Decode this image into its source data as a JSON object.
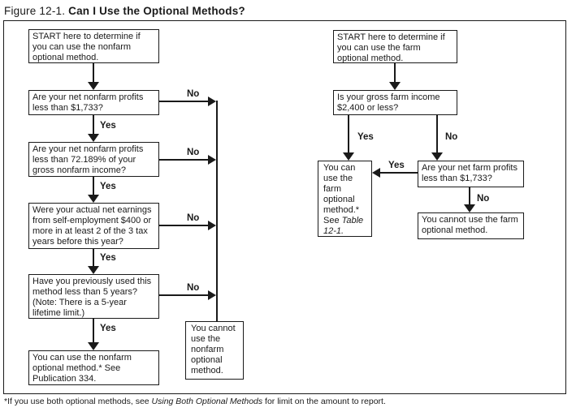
{
  "title": {
    "figure": "Figure 12-1.",
    "heading": "Can I Use the Optional Methods?"
  },
  "labels": {
    "yes": "Yes",
    "no": "No"
  },
  "nonfarm": {
    "start": "START here to determine if you can use the nonfarm optional method.",
    "q_profits": "Are your net nonfarm profits less than $1,733?",
    "q_percent": "Are your net nonfarm profits less than 72.189% of your gross nonfarm income?",
    "q_earnings": "Were your actual net earnings from self-employment $400 or more in at least 2 of the 3 tax years before this year?",
    "q_used": "Have you previously used this method less than 5 years? (Note: There is a 5-year lifetime limit.)",
    "can_use": "You can use the nonfarm optional method.* See Publication 334.",
    "cannot_use": "You cannot use the nonfarm optional method."
  },
  "farm": {
    "start": "START here to determine if you can use the farm optional method.",
    "q_income": "Is your gross farm income $2,400 or less?",
    "q_profits": "Are your net farm profits less than $1,733?",
    "can_use_pre": "You can use the farm optional method.* See ",
    "can_use_ref": "Table 12-1.",
    "cannot_use": "You cannot use the farm optional method."
  },
  "footnote": {
    "pre": "*If you use both optional methods, see ",
    "ref": "Using Both Optional Methods",
    "post": " for limit on the amount to report."
  }
}
